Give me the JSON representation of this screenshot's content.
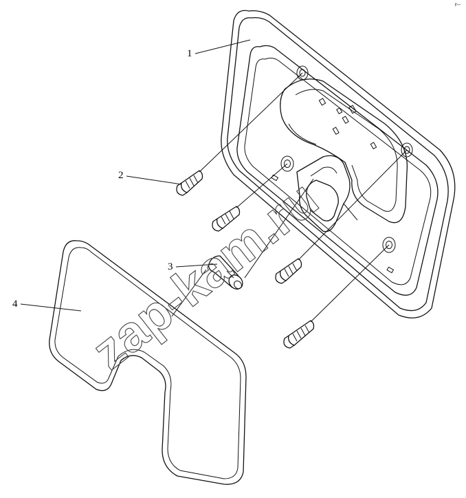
{
  "callouts": [
    {
      "id": "1",
      "text": "1"
    },
    {
      "id": "2",
      "text": "2"
    },
    {
      "id": "3",
      "text": "3"
    },
    {
      "id": "4",
      "text": "4"
    }
  ],
  "watermark": "zap-kam.ru",
  "corner_mark": "r--",
  "colors": {
    "line": "#111111",
    "background": "#ffffff"
  }
}
